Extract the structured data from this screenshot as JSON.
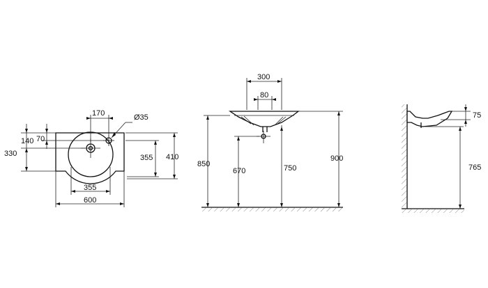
{
  "top_view": {
    "w_170": "170",
    "hole_dia": "Ø35",
    "h_70": "70",
    "h_140": "140",
    "h_330": "330",
    "h_355_vertical": "355",
    "h_410": "410",
    "w_355": "355",
    "w_600": "600"
  },
  "front_view": {
    "w_300": "300",
    "w_80": "80",
    "h_850": "850",
    "h_670": "670",
    "h_750": "750",
    "h_900": "900"
  },
  "side_view": {
    "h_75": "75",
    "h_765": "765"
  }
}
